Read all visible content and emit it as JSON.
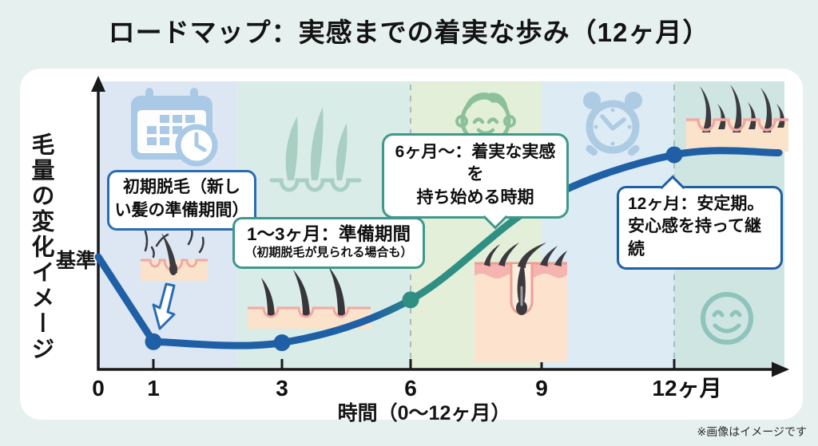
{
  "page": {
    "title": "ロードマップ：実感までの着実な歩み（12ヶ月）",
    "footnote": "※画像はイメージです",
    "background_color": "#e6f0ee",
    "panel_color": "#ffffff"
  },
  "chart_data": {
    "type": "line",
    "title": "ロードマップ：実感までの着実な歩み（12ヶ月）",
    "xlabel": "時間（0〜12ヶ月）",
    "ylabel": "毛量の変化イメージ",
    "baseline_label": "基準",
    "x_ticks": [
      {
        "month": 0,
        "label": "0"
      },
      {
        "month": 1,
        "label": "1"
      },
      {
        "month": 3,
        "label": "3"
      },
      {
        "month": 6,
        "label": "6"
      },
      {
        "month": 9,
        "label": "9"
      },
      {
        "month": 12,
        "label": "12ヶ月"
      }
    ],
    "series": [
      {
        "name": "毛量の変化イメージ",
        "points": [
          {
            "month": 0,
            "value": 0
          },
          {
            "month": 1,
            "value": -83
          },
          {
            "month": 3,
            "value": -84
          },
          {
            "month": 6,
            "value": -42
          },
          {
            "month": 9,
            "value": 54
          },
          {
            "month": 12,
            "value": 100
          },
          {
            "month": 13.9,
            "value": 102
          }
        ]
      }
    ],
    "value_scale": {
      "baseline": 0,
      "plateau_at_12_months": 100
    },
    "markers": [
      {
        "month": 1,
        "value": -83,
        "color": "#1e5fa6"
      },
      {
        "month": 3,
        "value": -84,
        "color": "#1e5fa6"
      },
      {
        "month": 6,
        "value": -42,
        "color": "#2f8f83"
      },
      {
        "month": 9,
        "value": 54,
        "color": "#2f8f83"
      },
      {
        "month": 12,
        "value": 100,
        "color": "#1e5fa6"
      }
    ],
    "dashed_guides_months": [
      6,
      12
    ],
    "line_colors": {
      "blue": "#1e5fa6",
      "teal": "#2f8f83"
    },
    "phase_bands": [
      {
        "from_month": 0,
        "to_month": 2.3,
        "color": "#dde7f3"
      },
      {
        "from_month": 2.3,
        "to_month": 6,
        "color": "#d9ece8"
      },
      {
        "from_month": 6,
        "to_month": 9,
        "color": "#e3efd8"
      },
      {
        "from_month": 9,
        "to_month": 12,
        "color": "#dcebf4"
      },
      {
        "from_month": 12,
        "to_month": 14,
        "color": "#cee5e2"
      }
    ],
    "grid": false,
    "legend": false
  },
  "callouts": {
    "initial_shedding": {
      "lines": [
        "初期脱毛（新し",
        "い髪の準備期間）"
      ],
      "border_color": "#2a6cb3"
    },
    "months_1_3": {
      "title": "1〜3ヶ月：準備期間",
      "note": "（初期脱毛が見られる場合も）",
      "border_color": "#3f988b"
    },
    "months_6_plus": {
      "lines": [
        "6ヶ月〜：着実な実感を",
        "持ち始める時期"
      ],
      "border_color": "#3f988b"
    },
    "month_12": {
      "lines": [
        "12ヶ月：安定期。",
        "安心感を持って継続"
      ],
      "border_color": "#1e5fa6"
    }
  },
  "icons": [
    {
      "name": "calendar-clock-icon"
    },
    {
      "name": "hair-follicle-watermark-icon"
    },
    {
      "name": "smiling-face-icon"
    },
    {
      "name": "alarm-clock-icon"
    },
    {
      "name": "dense-hair-growth-illustration"
    },
    {
      "name": "initial-shedding-illustration"
    },
    {
      "name": "down-arrow-icon"
    },
    {
      "name": "early-growth-illustration"
    },
    {
      "name": "mid-growth-follicle-illustration"
    },
    {
      "name": "smiley-face-outline-icon"
    }
  ]
}
